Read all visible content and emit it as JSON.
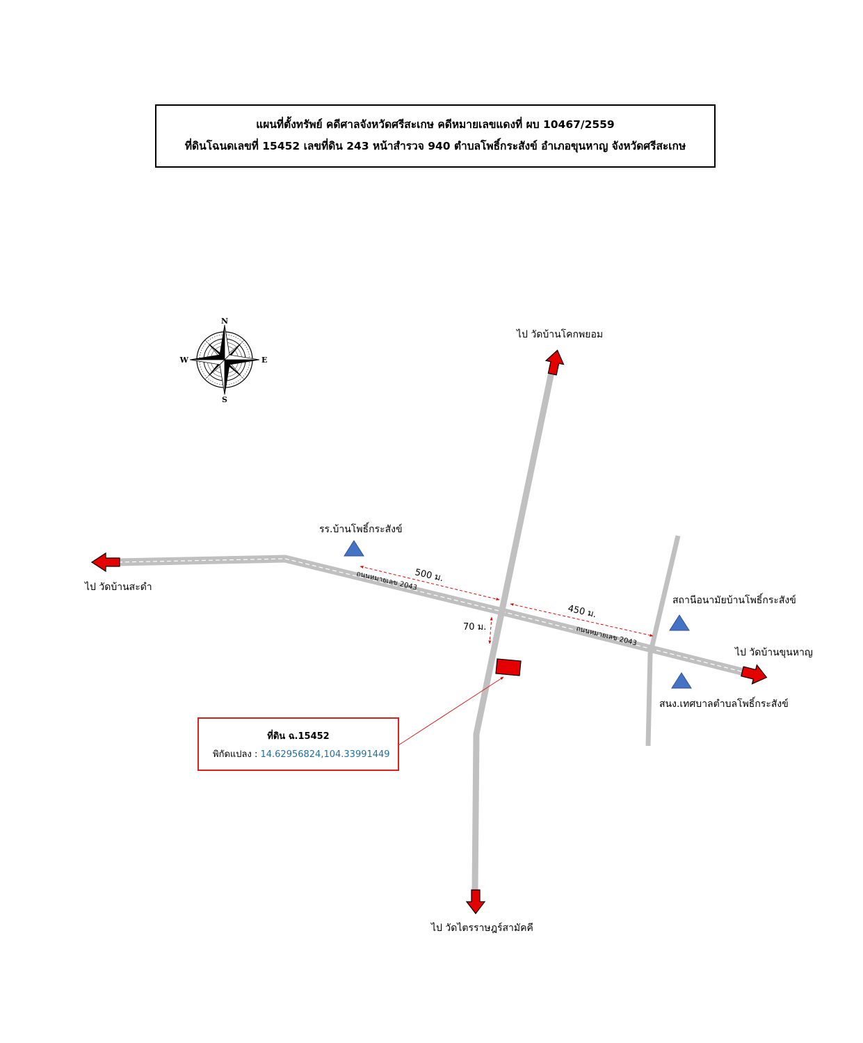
{
  "title": {
    "line1": "แผนที่ตั้งทรัพย์ คดีศาลจังหวัดศรีสะเกษ คดีหมายเลขแดงที่ ผบ 10467/2559",
    "line2": "ที่ดินโฉนดเลขที่ 15452 เลขที่ดิน 243 หน้าสำรวจ 940 ตำบลโพธิ์กระสังข์ อำเภอขุนหาญ จังหวัดศรีสะเกษ"
  },
  "compass": {
    "n": "N",
    "s": "S",
    "e": "E",
    "w": "W"
  },
  "destinations": {
    "north": "ไป วัดบ้านโคกพยอม",
    "west": "ไป วัดบ้านสะดำ",
    "east": "ไป วัดบ้านขุนหาญ",
    "south": "ไป วัดไตรราษฎร์สามัคคี"
  },
  "landmarks": {
    "school": "รร.บ้านโพธิ์กระสังข์",
    "health_station": "สถานีอนามัยบ้านโพธิ์กระสังข์",
    "municipal_office": "สนง.เทศบาลตำบลโพธิ์กระสังข์"
  },
  "road": {
    "name_west": "ถนนหมายเลข 2043",
    "name_east": "ถนนหมายเลข 2043"
  },
  "distances": {
    "school_to_junction": "500 ม.",
    "junction_to_lane": "450 ม.",
    "parcel_to_road": "70 ม."
  },
  "parcel": {
    "title": "ที่ดิน ฉ.15452",
    "coord_label": "พิกัดแปลง :",
    "coord_value": "14.62956824,104.33991449"
  },
  "colors": {
    "road": "#c0c0c0",
    "arrow": "#e50000",
    "landmark": "#4472c4",
    "callout": "#e01e1e",
    "coord_text": "#1f6f9e"
  }
}
